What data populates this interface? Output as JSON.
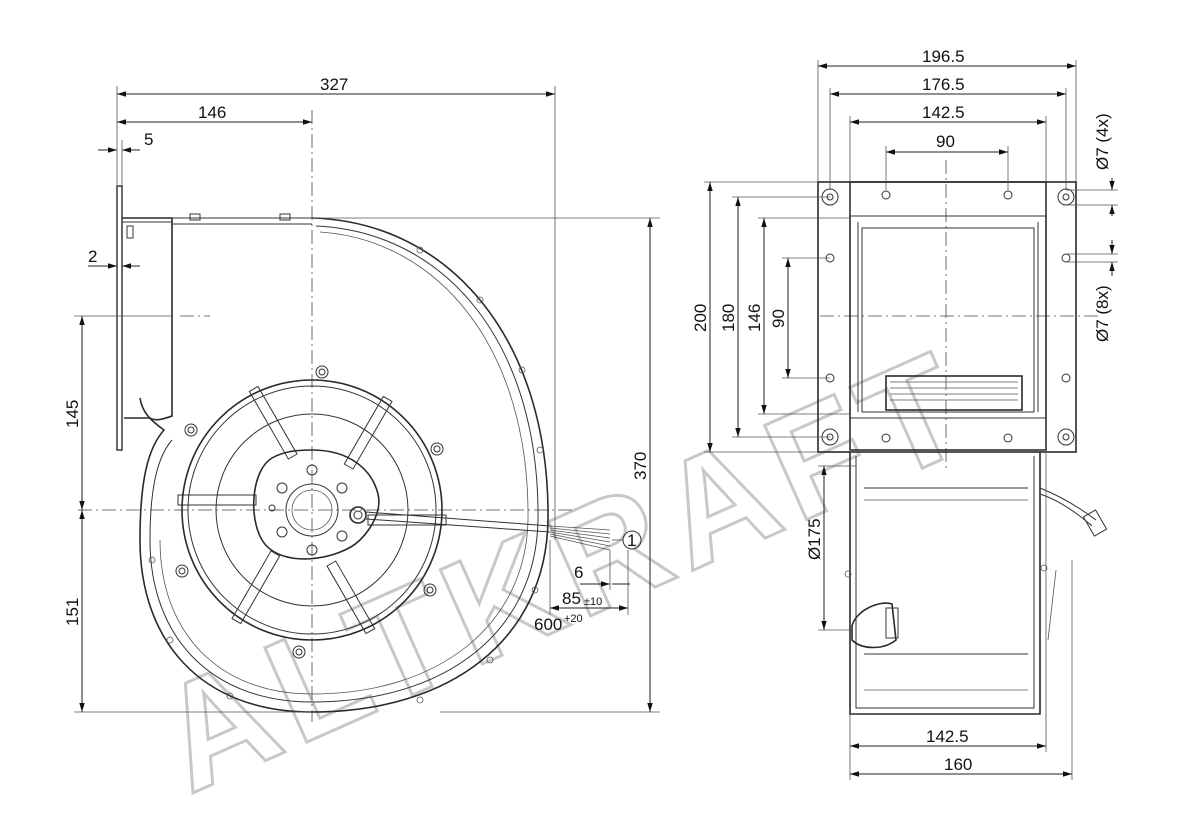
{
  "watermark": "ALTKRAFT",
  "front_view": {
    "width_total": "327",
    "inlet_offset": "146",
    "flange_thickness": "5",
    "plate_thickness": "2",
    "height_upper": "145",
    "height_lower": "151",
    "height_total": "370",
    "cable_label_1": "6",
    "cable_label_2": "85",
    "cable_tol_2": "±10",
    "cable_label_3": "600",
    "cable_tol_3": "+20",
    "callout": "1"
  },
  "side_view": {
    "width_1": "196.5",
    "width_2": "176.5",
    "width_3": "142.5",
    "width_4": "90",
    "height_1": "200",
    "height_2": "180",
    "height_3": "146",
    "height_4": "90",
    "hole_note_1": "Ø7 (4x)",
    "hole_note_2": "Ø7 (8x)",
    "diameter": "Ø175",
    "bottom_width_1": "142.5",
    "bottom_width_2": "160"
  }
}
